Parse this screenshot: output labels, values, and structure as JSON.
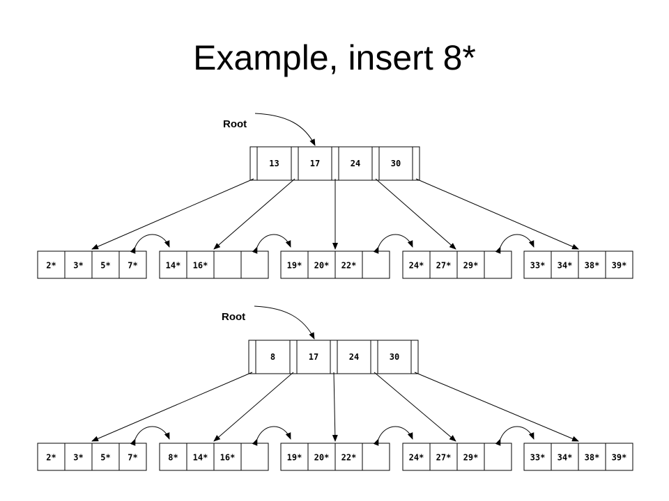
{
  "title": "Example, insert 8*",
  "trees": [
    {
      "root_label": "Root",
      "root_keys": [
        "13",
        "17",
        "24",
        "30"
      ],
      "leaves": [
        [
          "2*",
          "3*",
          "5*",
          "7*"
        ],
        [
          "14*",
          "16*",
          "",
          ""
        ],
        [
          "19*",
          "20*",
          "22*",
          ""
        ],
        [
          "24*",
          "27*",
          "29*",
          ""
        ],
        [
          "33*",
          "34*",
          "38*",
          "39*"
        ]
      ]
    },
    {
      "root_label": "Root",
      "root_keys": [
        "8",
        "17",
        "24",
        "30"
      ],
      "leaves": [
        [
          "2*",
          "3*",
          "5*",
          "7*"
        ],
        [
          "8*",
          "14*",
          "16*",
          ""
        ],
        [
          "19*",
          "20*",
          "22*",
          ""
        ],
        [
          "24*",
          "27*",
          "29*",
          ""
        ],
        [
          "33*",
          "34*",
          "38*",
          "39*"
        ]
      ]
    }
  ]
}
